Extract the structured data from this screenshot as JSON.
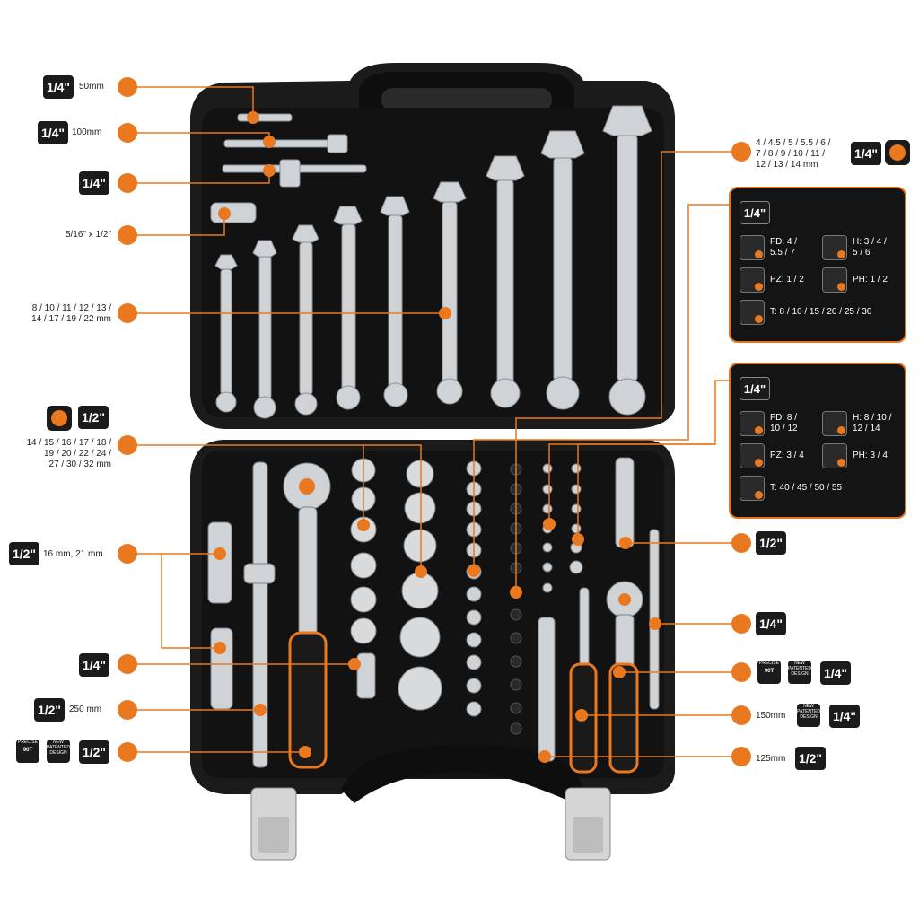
{
  "colors": {
    "accent": "#e9781f",
    "case": "#1b1b1b",
    "panel": "#141414"
  },
  "left_callouts": {
    "c1": {
      "badge": "1/4\"",
      "text": "50mm"
    },
    "c2": {
      "badge": "1/4\"",
      "text": "100mm"
    },
    "c3": {
      "badge": "1/4\""
    },
    "c4": {
      "text": "5/16\" x 1/2\""
    },
    "c5": {
      "text_line1": "8 / 10 / 11 / 12 / 13 /",
      "text_line2": "14 / 17 / 19 / 22 mm"
    },
    "c6": {
      "badge": "1/2\"",
      "text_line1": "14 / 15 / 16 / 17 / 18 /",
      "text_line2": "19 / 20 / 22 / 24 /",
      "text_line3": "27 / 30 / 32 mm"
    },
    "c7": {
      "badge": "1/2\"",
      "text": "16 mm, 21 mm"
    },
    "c8": {
      "badge": "1/4\""
    },
    "c9": {
      "badge": "1/2\"",
      "text": "250 mm"
    },
    "c10": {
      "badge": "1/2\"",
      "mini1_l1": "PRECISE",
      "mini1_l2": "90T",
      "mini2_l1": "NEW",
      "mini2_l2": "PATENTED DESIGN"
    }
  },
  "right_callouts": {
    "r1": {
      "badge": "1/4\"",
      "text_line1": "4 / 4.5 / 5 / 5.5 / 6 /",
      "text_line2": "7 / 8 / 9 / 10 / 11 /",
      "text_line3": "12 / 13 / 14 mm"
    },
    "r2": {
      "badge": "1/2\""
    },
    "r3": {
      "badge": "1/4\""
    },
    "r4": {
      "badge": "1/4\"",
      "mini1_l1": "PRECISE",
      "mini1_l2": "90T",
      "mini2_l1": "NEW",
      "mini2_l2": "PATENTED DESIGN"
    },
    "r5": {
      "badge": "1/4\"",
      "text": "150mm",
      "mini2_l1": "NEW",
      "mini2_l2": "PATENTED DESIGN"
    },
    "r6": {
      "badge": "1/2\"",
      "text": "125mm"
    }
  },
  "panel_top": {
    "badge": "1/4\"",
    "fd": "FD: 4 /\n5.5 / 7",
    "h": "H: 3 / 4 /\n5 / 6",
    "pz": "PZ: 1 / 2",
    "ph": "PH: 1 / 2",
    "t": "T: 8 / 10 / 15 / 20 / 25 / 30"
  },
  "panel_bottom": {
    "badge": "1/4\"",
    "fd": "FD: 8 /\n10 / 12",
    "h": "H: 8 / 10 /\n12 / 14",
    "pz": "PZ: 3 / 4",
    "ph": "PH: 3 / 4",
    "t": "T: 40 / 45 / 50 / 55"
  }
}
